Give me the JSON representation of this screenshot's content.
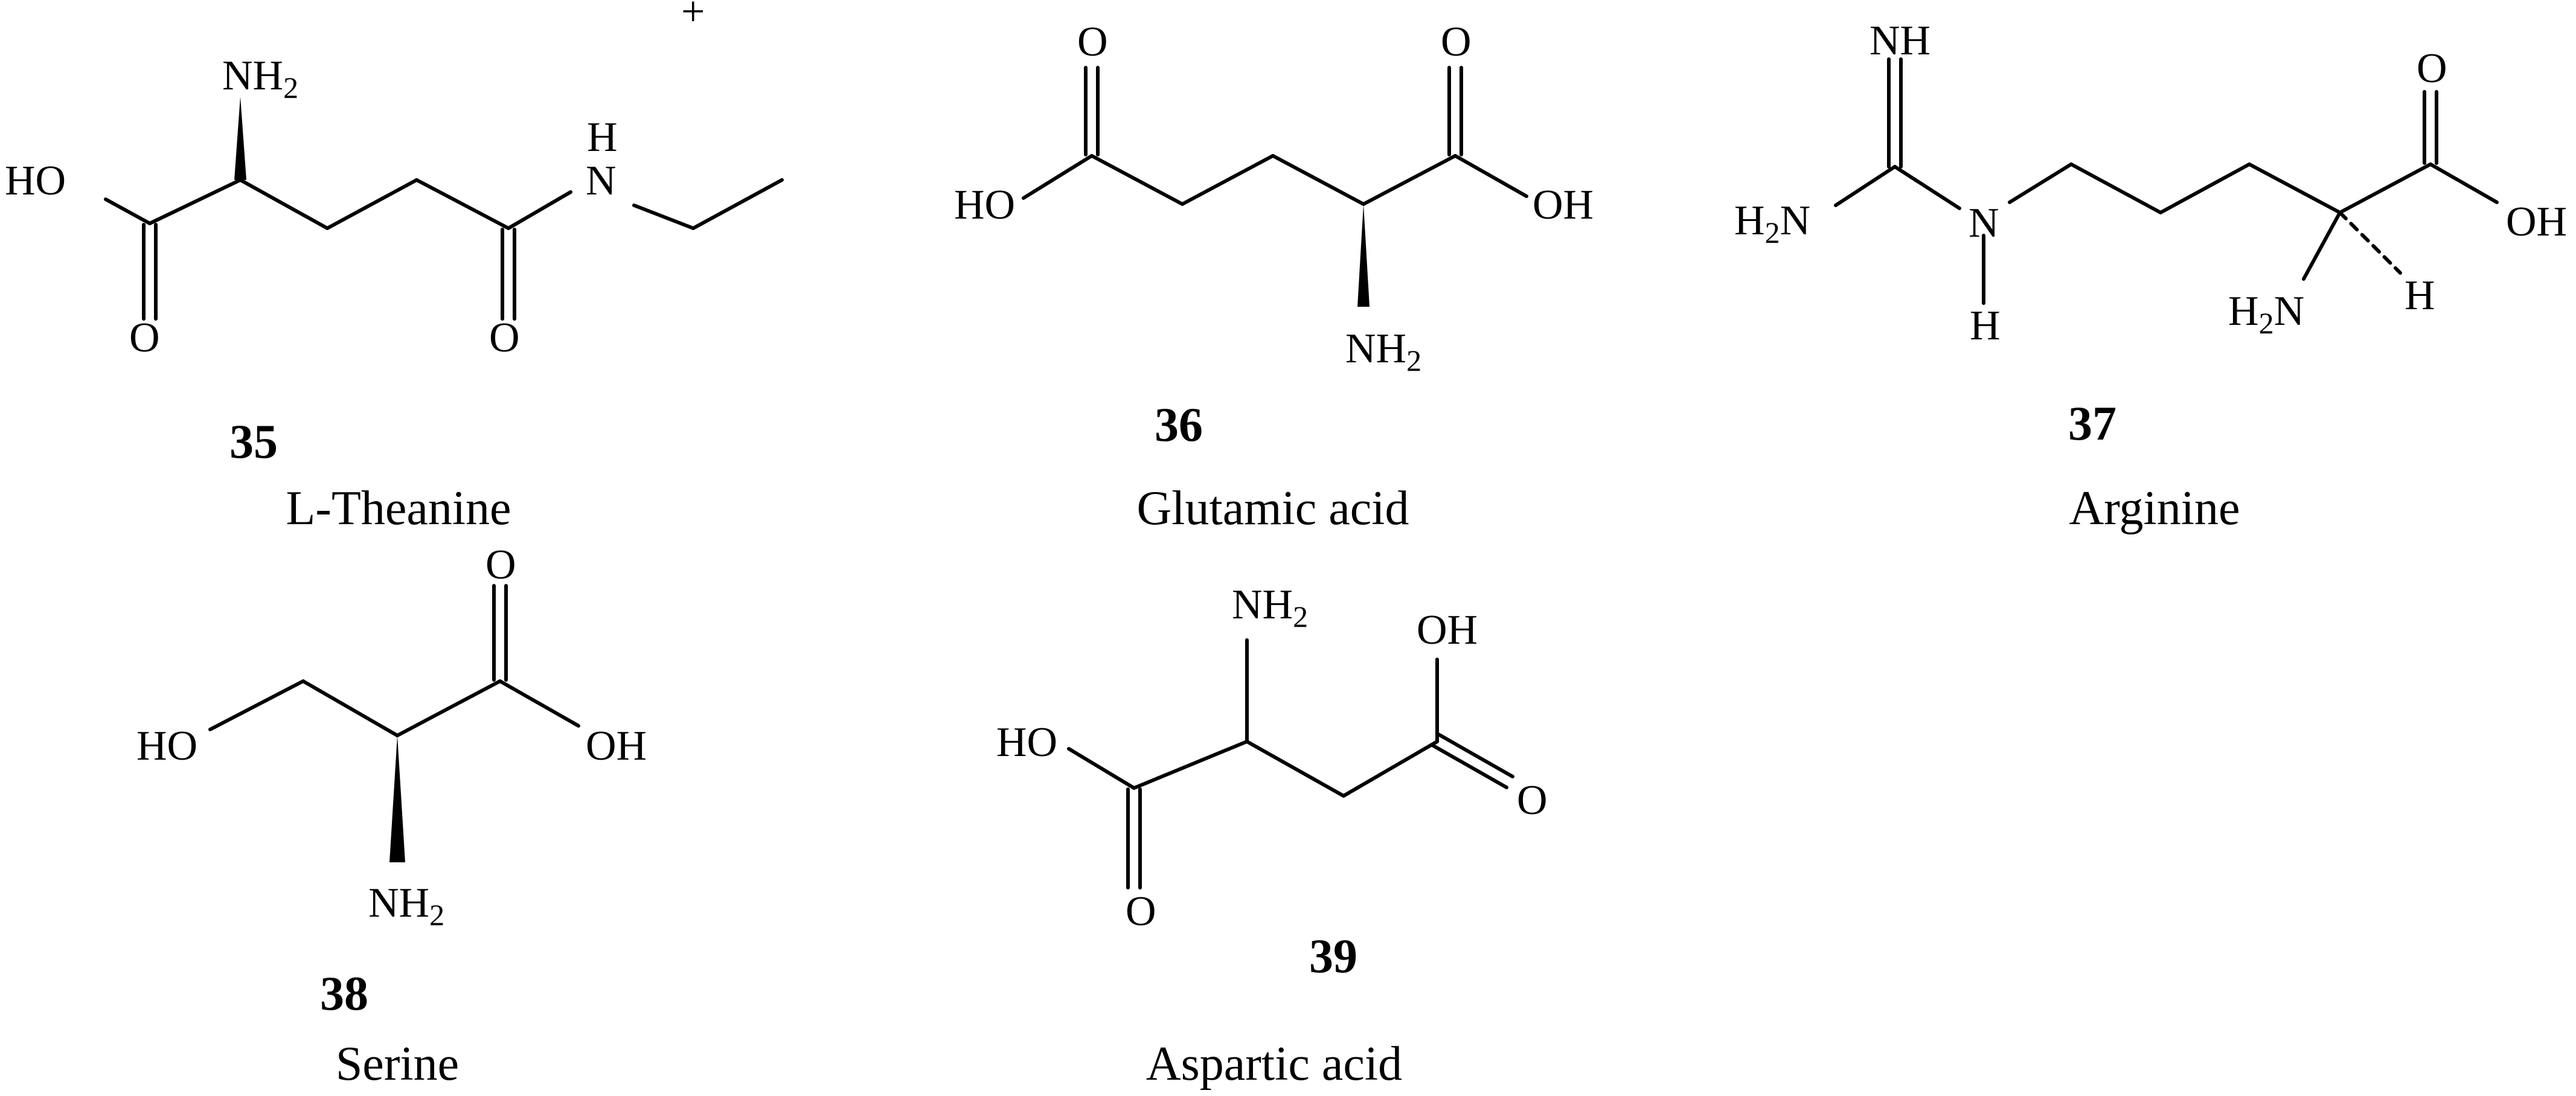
{
  "atoms": {
    "nh2": "NH",
    "h2n": "H",
    "sub2": "2",
    "n": "N",
    "ho": "HO",
    "oh": "OH",
    "o": "O",
    "h": "H",
    "nh": "NH",
    "plus": "+"
  },
  "compounds": [
    {
      "number": "35",
      "name": "L-Theanine"
    },
    {
      "number": "36",
      "name": "Glutamic acid"
    },
    {
      "number": "37",
      "name": "Arginine"
    },
    {
      "number": "38",
      "name": "Serine"
    },
    {
      "number": "39",
      "name": "Aspartic acid"
    }
  ]
}
